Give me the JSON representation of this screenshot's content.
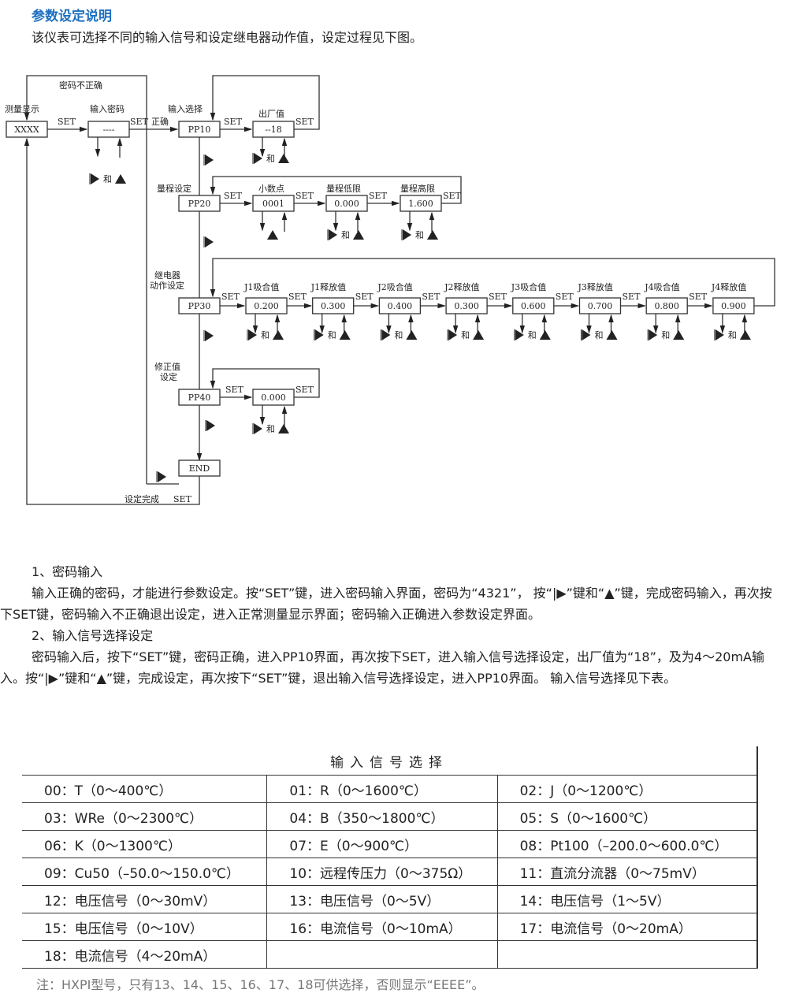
{
  "header": {
    "title": "参数设定说明",
    "intro": "该仪表可选择不同的输入信号和设定继电器动作值，设定过程见下图。"
  },
  "diagram": {
    "labels": {
      "wrong": "密码不正确",
      "measure": "测量显示",
      "enter_pwd": "输入密码",
      "input_sel": "输入选择",
      "correct": "正确",
      "factory": "出厂值",
      "range": "量程设定",
      "decimal": "小数点",
      "range_low": "量程低限",
      "range_high": "量程高限",
      "relay1": "继电器",
      "relay2": "动作设定",
      "corr1": "修正值",
      "corr2": "设定",
      "done": "设定完成",
      "set": "SET",
      "and": "和"
    },
    "boxes": {
      "measure": "XXXX",
      "pwd": "----",
      "pp10": "PP10",
      "factory": "--18",
      "pp20": "PP20",
      "decimal": "0001",
      "low": "0.000",
      "high": "1.600",
      "pp30": "PP30",
      "pp40": "PP40",
      "corr": "0.000",
      "end": "END"
    },
    "relays": [
      {
        "label": "J1吸合值",
        "value": "0.200"
      },
      {
        "label": "J1释放值",
        "value": "0.300"
      },
      {
        "label": "J2吸合值",
        "value": "0.400"
      },
      {
        "label": "J2释放值",
        "value": "0.300"
      },
      {
        "label": "J3吸合值",
        "value": "0.600"
      },
      {
        "label": "J3释放值",
        "value": "0.700"
      },
      {
        "label": "J4吸合值",
        "value": "0.800"
      },
      {
        "label": "J4释放值",
        "value": "0.900"
      }
    ]
  },
  "sections": [
    {
      "heading": "1、密码输入",
      "text": "输入正确的密码，才能进行参数设定。按“SET”键，进入密码输入界面，密码为“4321”， 按“|▶”键和“▲”键，完成密码输入，再次按下SET键，密码输入不正确退出设定，进入正常测量显示界面；密码输入正确进入参数设定界面。"
    },
    {
      "heading": "2、输入信号选择设定",
      "text": "密码输入后，按下“SET”键，密码正确，进入PP10界面，再次按下SET，进入输入信号选择设定，出厂值为“18”，及为4～20mA输入。按“|▶”键和“▲”键，完成设定，再次按下“SET”键，退出输入信号选择设定，进入PP10界面。 输入信号选择见下表。"
    }
  ],
  "table": {
    "title": "输入信号选择",
    "rows": [
      [
        "00：T（0～400℃）",
        "01：R（0～1600℃）",
        "02：J（0～1200℃）"
      ],
      [
        "03：WRe（0～2300℃）",
        "04：B（350～1800℃）",
        "05：S（0～1600℃）"
      ],
      [
        "06：K（0～1300℃）",
        "07：E（0～900℃）",
        "08：Pt100（–200.0～600.0℃）"
      ],
      [
        "09：Cu50（–50.0～150.0℃）",
        "10：远程传压力（0～375Ω）",
        "11：直流分流器（0～75mV）"
      ],
      [
        "12：电压信号（0～30mV）",
        "13：电压信号（0～5V）",
        "14：电压信号（1～5V）"
      ],
      [
        "15：电压信号（0～10V）",
        "16：电流信号（0～10mA）",
        "17：电流信号（0～20mA）"
      ],
      [
        "18：电流信号（4～20mA）",
        "",
        ""
      ]
    ]
  },
  "note": "注：HXPI型号，只有13、14、15、16、17、18可供选择，否则显示“EEEE”。"
}
